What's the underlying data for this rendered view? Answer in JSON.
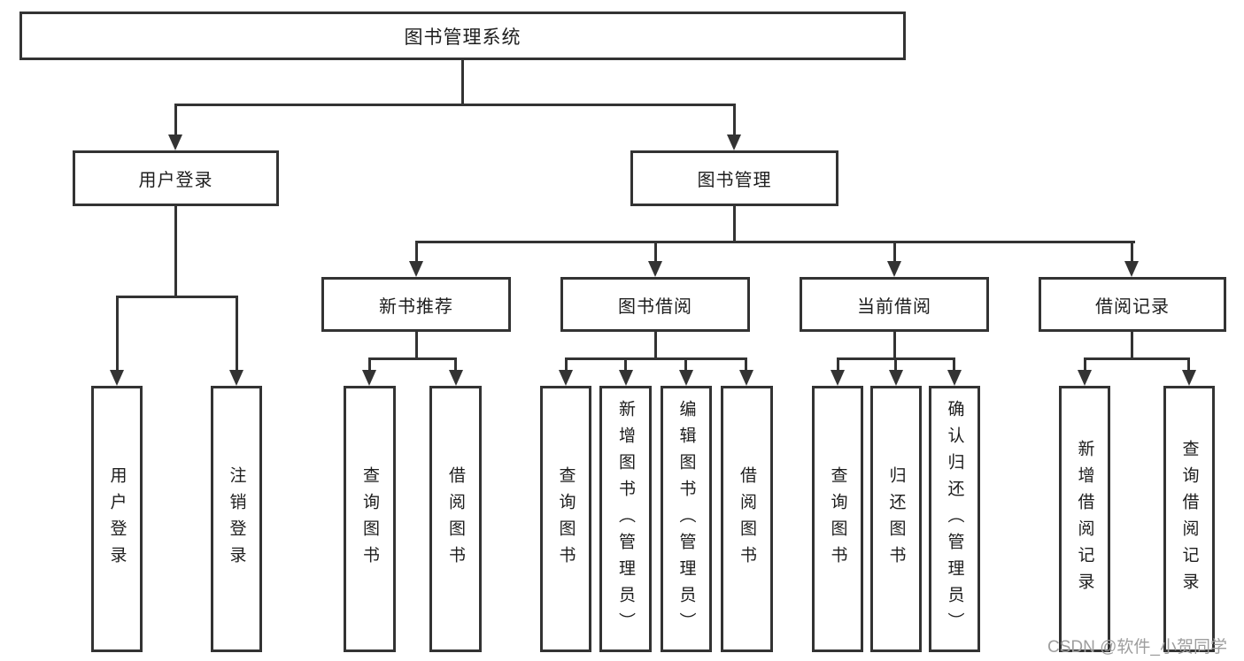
{
  "diagram": {
    "root": {
      "label": "图书管理系统"
    },
    "level2": [
      {
        "label": "用户登录",
        "children": [
          {
            "label": "用户登录"
          },
          {
            "label": "注销登录"
          }
        ]
      },
      {
        "label": "图书管理",
        "children": [
          {
            "label": "新书推荐",
            "children": [
              {
                "label": "查询图书"
              },
              {
                "label": "借阅图书"
              }
            ]
          },
          {
            "label": "图书借阅",
            "children": [
              {
                "label": "查询图书"
              },
              {
                "label": "新增图书（管理员）"
              },
              {
                "label": "编辑图书（管理员）"
              },
              {
                "label": "借阅图书"
              }
            ]
          },
          {
            "label": "当前借阅",
            "children": [
              {
                "label": "查询图书"
              },
              {
                "label": "归还图书"
              },
              {
                "label": "确认归还（管理员）"
              }
            ]
          },
          {
            "label": "借阅记录",
            "children": [
              {
                "label": "新增借阅记录"
              },
              {
                "label": "查询借阅记录"
              }
            ]
          }
        ]
      }
    ]
  },
  "watermark": {
    "text": "CSDN @软件_小贺同学"
  },
  "colors": {
    "line": "#333333",
    "text": "#1d1d1d",
    "box_fill": "#ffffff",
    "watermark": "#9e9e9e"
  }
}
